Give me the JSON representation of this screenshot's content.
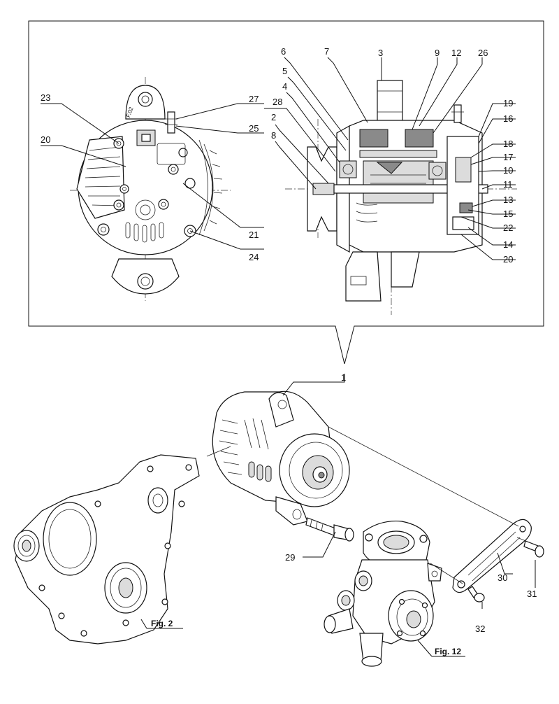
{
  "callouts": {
    "c1": "1",
    "c2": "2",
    "c3": "3",
    "c4": "4",
    "c5": "5",
    "c6": "6",
    "c7": "7",
    "c8": "8",
    "c9": "9",
    "c10": "10",
    "c11": "11",
    "c12": "12",
    "c13": "13",
    "c14": "14",
    "c15": "15",
    "c16": "16",
    "c17": "17",
    "c18": "18",
    "c19": "19",
    "c20a": "20",
    "c20b": "20",
    "c21": "21",
    "c22": "22",
    "c23": "23",
    "c24": "24",
    "c25": "25",
    "c26": "26",
    "c27": "27",
    "c28": "28",
    "c29": "29",
    "c30": "30",
    "c31": "31",
    "c32": "32"
  },
  "figure_refs": {
    "fig2": "Fig. 2",
    "fig12": "Fig. 12"
  },
  "stamp": "F.02"
}
